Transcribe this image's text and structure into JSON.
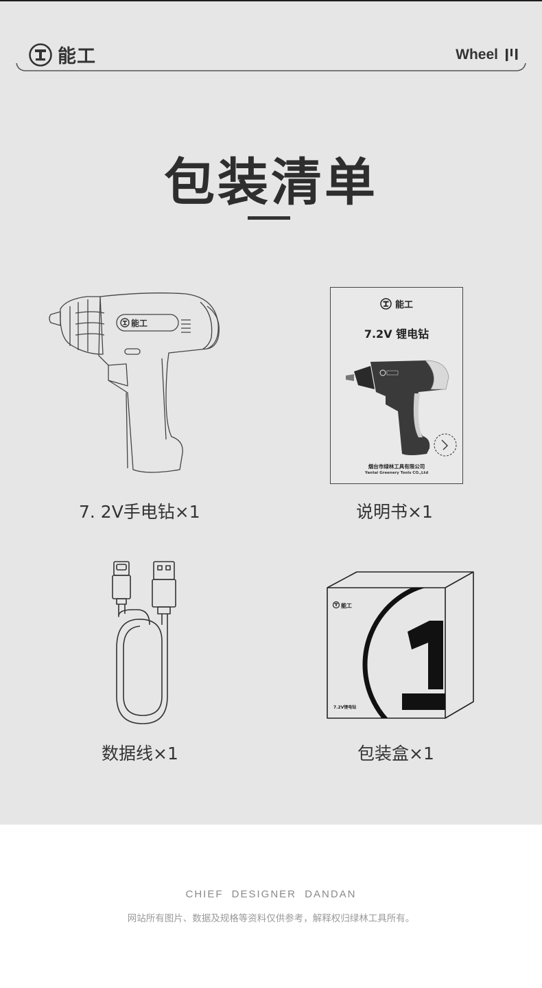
{
  "header": {
    "brand_name": "能工",
    "brand_icon": "brand-logo-icon",
    "series_name": "Wheel",
    "series_icon": "wheel-bars-icon"
  },
  "page": {
    "title": "包装清单"
  },
  "items": [
    {
      "label": "7. 2V手电钻×1",
      "icon": "drill-illustration"
    },
    {
      "label": "说明书×1",
      "icon": "manual-illustration"
    },
    {
      "label": "数据线×1",
      "icon": "usb-cable-illustration"
    },
    {
      "label": "包装盒×1",
      "icon": "box-illustration"
    }
  ],
  "manual": {
    "brand_name": "能工",
    "title": "7.2V 锂电钻",
    "company": "烟台市绿林工具有限公司",
    "company_en": "Yantai Greenery Tools CO.,Ltd"
  },
  "box": {
    "brand_name": "能工",
    "product": "7.2V锂电钻",
    "number": "1"
  },
  "footer": {
    "designer": "CHIEF DESIGNER DANDAN",
    "copyright": "网站所有图片、数据及规格等资料仅供参考，解释权归绿林工具所有。"
  },
  "colors": {
    "panel_bg": "#e6e6e6",
    "text_dark": "#333333",
    "footer_text": "#8a8a8a"
  }
}
